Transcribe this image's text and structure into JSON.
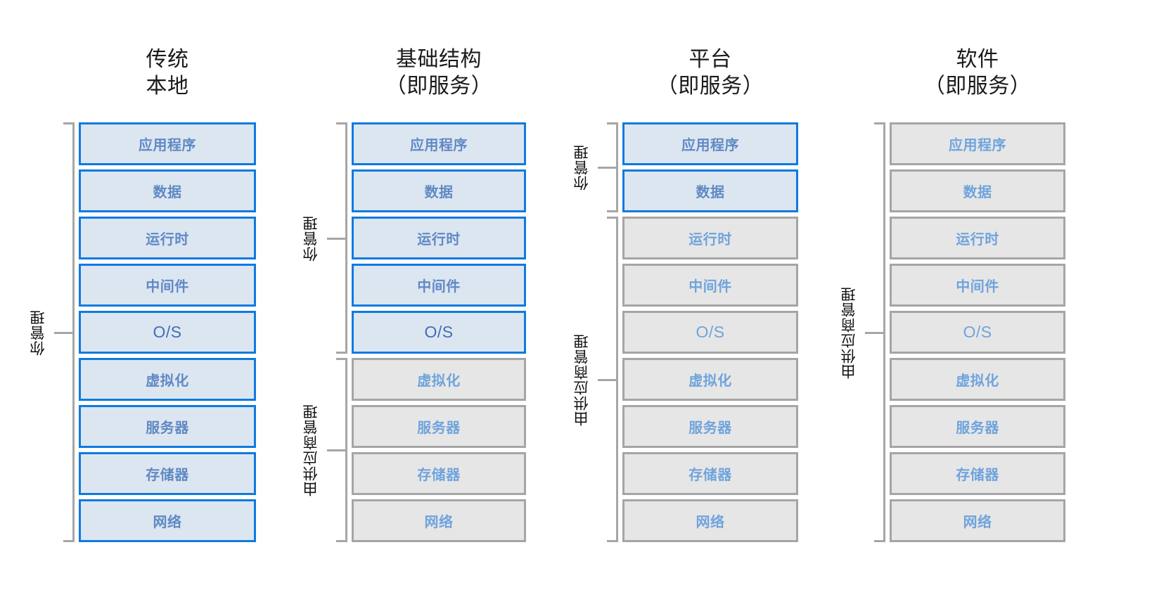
{
  "diagram": {
    "type": "cloud-service-model-responsibility-matrix",
    "layer_names": [
      "应用程序",
      "数据",
      "运行时",
      "中间件",
      "O/S",
      "虚拟化",
      "服务器",
      "存储器",
      "网络"
    ],
    "legend_colors": {
      "managed_by_you_fill": "#dce6f1",
      "managed_by_you_border": "#0f7ae0",
      "managed_by_vendor_fill": "#e7e6e6",
      "managed_by_vendor_border": "#a5a5a5",
      "label_text": "#6089c4",
      "bracket": "#a6a6a6"
    },
    "columns": [
      {
        "id": "traditional-on-premises",
        "title": "传统\n本地",
        "layers": [
          {
            "label": "应用程序",
            "style": "blue",
            "plain": false
          },
          {
            "label": "数据",
            "style": "blue",
            "plain": false
          },
          {
            "label": "运行时",
            "style": "blue",
            "plain": false
          },
          {
            "label": "中间件",
            "style": "blue",
            "plain": false
          },
          {
            "label": "O/S",
            "style": "blue",
            "plain": true
          },
          {
            "label": "虚拟化",
            "style": "blue",
            "plain": false
          },
          {
            "label": "服务器",
            "style": "blue",
            "plain": false
          },
          {
            "label": "存储器",
            "style": "blue",
            "plain": false
          },
          {
            "label": "网络",
            "style": "blue",
            "plain": false
          }
        ],
        "brackets": [
          {
            "label": "你管理",
            "from": 0,
            "count": 9
          }
        ]
      },
      {
        "id": "infrastructure-as-a-service",
        "title": "基础结构\n（即服务）",
        "layers": [
          {
            "label": "应用程序",
            "style": "blue",
            "plain": false
          },
          {
            "label": "数据",
            "style": "blue",
            "plain": false
          },
          {
            "label": "运行时",
            "style": "blue",
            "plain": false
          },
          {
            "label": "中间件",
            "style": "blue",
            "plain": false
          },
          {
            "label": "O/S",
            "style": "blue",
            "plain": true
          },
          {
            "label": "虚拟化",
            "style": "gray",
            "plain": false
          },
          {
            "label": "服务器",
            "style": "gray",
            "plain": false
          },
          {
            "label": "存储器",
            "style": "gray",
            "plain": false
          },
          {
            "label": "网络",
            "style": "gray",
            "plain": false
          }
        ],
        "brackets": [
          {
            "label": "你管理",
            "from": 0,
            "count": 5
          },
          {
            "label": "由供应商管理",
            "from": 5,
            "count": 4
          }
        ]
      },
      {
        "id": "platform-as-a-service",
        "title": "平台\n（即服务）",
        "layers": [
          {
            "label": "应用程序",
            "style": "blue",
            "plain": false
          },
          {
            "label": "数据",
            "style": "blue",
            "plain": false
          },
          {
            "label": "运行时",
            "style": "gray",
            "plain": false
          },
          {
            "label": "中间件",
            "style": "gray",
            "plain": false
          },
          {
            "label": "O/S",
            "style": "gray",
            "plain": true
          },
          {
            "label": "虚拟化",
            "style": "gray",
            "plain": false
          },
          {
            "label": "服务器",
            "style": "gray",
            "plain": false
          },
          {
            "label": "存储器",
            "style": "gray",
            "plain": false
          },
          {
            "label": "网络",
            "style": "gray",
            "plain": false
          }
        ],
        "brackets": [
          {
            "label": "你管理",
            "from": 0,
            "count": 2
          },
          {
            "label": "由供应商管理",
            "from": 2,
            "count": 7
          }
        ]
      },
      {
        "id": "software-as-a-service",
        "title": "软件\n（即服务）",
        "layers": [
          {
            "label": "应用程序",
            "style": "gray",
            "plain": false
          },
          {
            "label": "数据",
            "style": "gray",
            "plain": false
          },
          {
            "label": "运行时",
            "style": "gray",
            "plain": false
          },
          {
            "label": "中间件",
            "style": "gray",
            "plain": false
          },
          {
            "label": "O/S",
            "style": "gray",
            "plain": true
          },
          {
            "label": "虚拟化",
            "style": "gray",
            "plain": false
          },
          {
            "label": "服务器",
            "style": "gray",
            "plain": false
          },
          {
            "label": "存储器",
            "style": "gray",
            "plain": false
          },
          {
            "label": "网络",
            "style": "gray",
            "plain": false
          }
        ],
        "brackets": [
          {
            "label": "由供应商管理",
            "from": 0,
            "count": 9
          }
        ]
      }
    ]
  }
}
